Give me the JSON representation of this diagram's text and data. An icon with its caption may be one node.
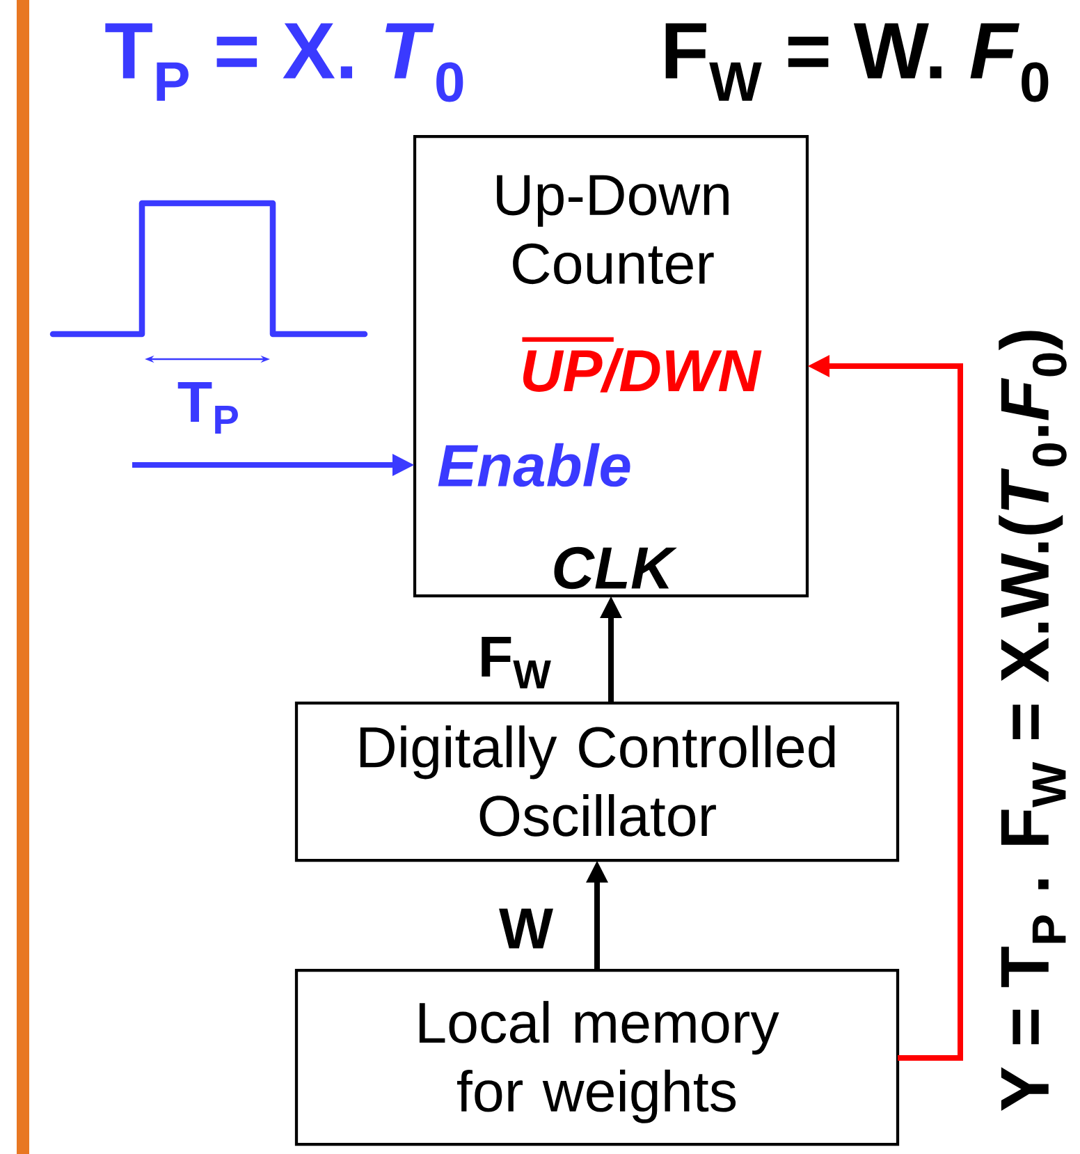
{
  "diagram": {
    "nodes": [
      {
        "text": [
          "Up-Down Counter",
          "UP/DWN",
          "Enable",
          "CLK"
        ]
      },
      {
        "text": [
          "Digitally Controlled Oscillator"
        ]
      },
      {
        "text": [
          "Local memory for weights"
        ]
      }
    ],
    "edges": [
      {
        "from": 1,
        "to": 0,
        "arrow": "to",
        "label": "F$_{W}$"
      },
      {
        "from": 2,
        "to": 1,
        "arrow": "to",
        "label": "W"
      },
      {
        "from": 2,
        "to": 0,
        "arrow": "to",
        "color": "#ff0000"
      },
      {
        "from": null,
        "to": 0,
        "arrow": "to",
        "color": "#3a3aff"
      }
    ],
    "labels": [
      "T$_{P}$ = X. *T*$_{0}$",
      "F$_{W}$ = W. *F*$_{0}$",
      "T$_{P}$",
      "Y = T$_{P}$ . F$_{W}$ = X.W.(*T*$_{0}$.*F*$_{0}$)"
    ]
  }
}
